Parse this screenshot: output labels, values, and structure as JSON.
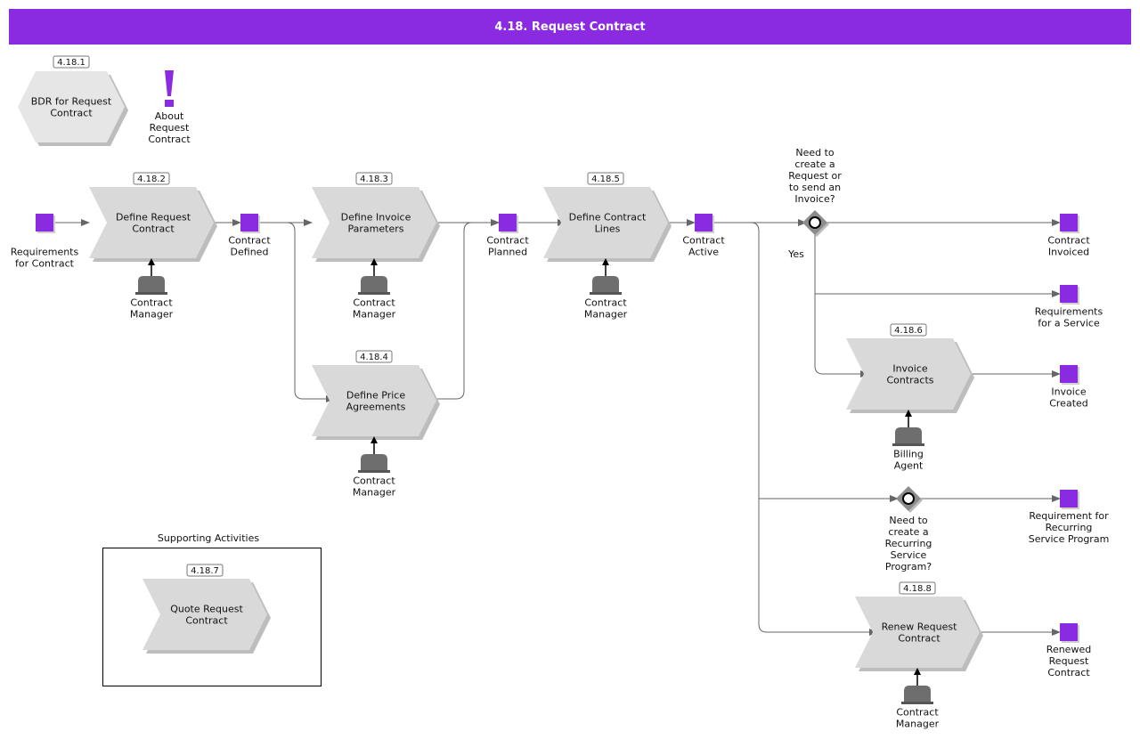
{
  "title": "4.18. Request Contract",
  "colors": {
    "accent": "#8a2be2",
    "process_fill": "#d9d9d9",
    "shadow": "#bdbdbd",
    "line": "#666666"
  },
  "bdr": {
    "id": "4.18.1",
    "label": [
      "BDR for Request",
      "Contract"
    ]
  },
  "about": {
    "label": [
      "About",
      "Request",
      "Contract"
    ],
    "icon": "exclamation-icon"
  },
  "processes": [
    {
      "key": "p2",
      "id": "4.18.2",
      "label": [
        "Define Request",
        "Contract"
      ]
    },
    {
      "key": "p3",
      "id": "4.18.3",
      "label": [
        "Define Invoice",
        "Parameters"
      ]
    },
    {
      "key": "p4",
      "id": "4.18.4",
      "label": [
        "Define Price",
        "Agreements"
      ]
    },
    {
      "key": "p5",
      "id": "4.18.5",
      "label": [
        "Define Contract",
        "Lines"
      ]
    },
    {
      "key": "p6",
      "id": "4.18.6",
      "label": [
        "Invoice",
        "Contracts"
      ]
    },
    {
      "key": "p8",
      "id": "4.18.8",
      "label": [
        "Renew Request",
        "Contract"
      ]
    },
    {
      "key": "p7",
      "id": "4.18.7",
      "label": [
        "Quote Request",
        "Contract"
      ]
    }
  ],
  "events": [
    {
      "key": "e1",
      "label": [
        "Requirements",
        "for Contract"
      ]
    },
    {
      "key": "e2",
      "label": [
        "Contract",
        "Defined"
      ]
    },
    {
      "key": "e3",
      "label": [
        "Contract",
        "Planned"
      ]
    },
    {
      "key": "e4",
      "label": [
        "Contract",
        "Active"
      ]
    },
    {
      "key": "e5",
      "label": [
        "Contract",
        "Invoiced"
      ]
    },
    {
      "key": "e6",
      "label": [
        "Requirements",
        "for a Service"
      ]
    },
    {
      "key": "e7",
      "label": [
        "Invoice",
        "Created"
      ]
    },
    {
      "key": "e8",
      "label": [
        "Requirement for",
        "Recurring",
        "Service Program"
      ]
    },
    {
      "key": "e9",
      "label": [
        "Renewed",
        "Request",
        "Contract"
      ]
    }
  ],
  "roles": [
    {
      "key": "r2",
      "label": [
        "Contract",
        "Manager"
      ]
    },
    {
      "key": "r3",
      "label": [
        "Contract",
        "Manager"
      ]
    },
    {
      "key": "r4",
      "label": [
        "Contract",
        "Manager"
      ]
    },
    {
      "key": "r5",
      "label": [
        "Contract",
        "Manager"
      ]
    },
    {
      "key": "r6",
      "label": [
        "Billing",
        "Agent"
      ]
    },
    {
      "key": "r8",
      "label": [
        "Contract",
        "Manager"
      ]
    }
  ],
  "gateways": [
    {
      "key": "g1",
      "label": [
        "Need to",
        "create a",
        "Request or",
        "to send an",
        "Invoice?"
      ],
      "branch_label": "Yes"
    },
    {
      "key": "g2",
      "label": [
        "Need to",
        "create a",
        "Recurring",
        "Service",
        "Program?"
      ]
    }
  ],
  "supporting": {
    "title": "Supporting Activities"
  }
}
